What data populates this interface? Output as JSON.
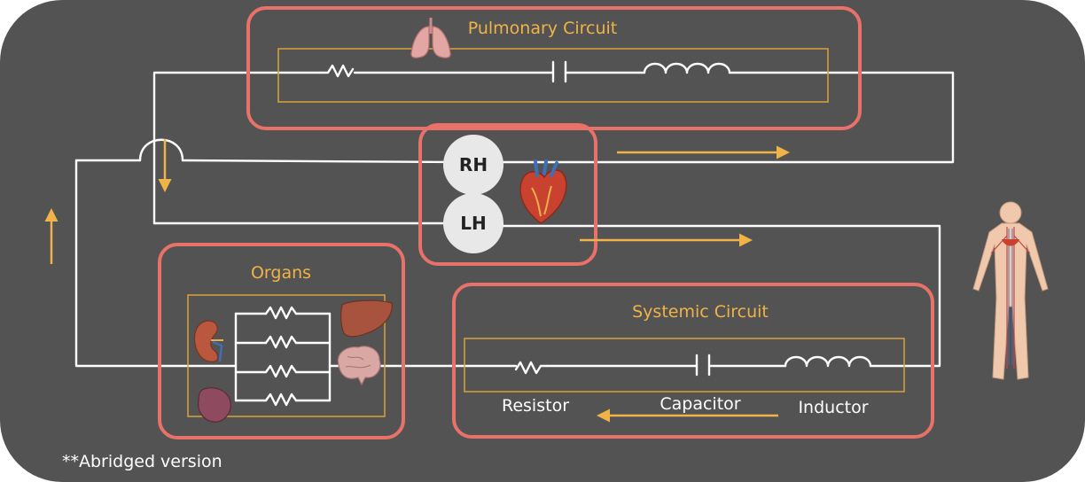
{
  "diagram": {
    "pulmonary_title": "Pulmonary Circuit",
    "organs_title": "Organs",
    "systemic_title": "Systemic Circuit",
    "rh_label": "RH",
    "lh_label": "LH",
    "legend": {
      "resistor": "Resistor",
      "capacitor": "Capacitor",
      "inductor": "Inductor"
    },
    "footnote": "**Abridged version"
  },
  "colors": {
    "background": "#535353",
    "circuit_box": "#e8716a",
    "accent": "#f0b347",
    "wire": "#ffffff"
  },
  "icons": [
    "lungs-icon",
    "heart-icon",
    "kidney-icon",
    "liver-icon",
    "brain-icon",
    "spleen-icon",
    "human-body-icon"
  ]
}
